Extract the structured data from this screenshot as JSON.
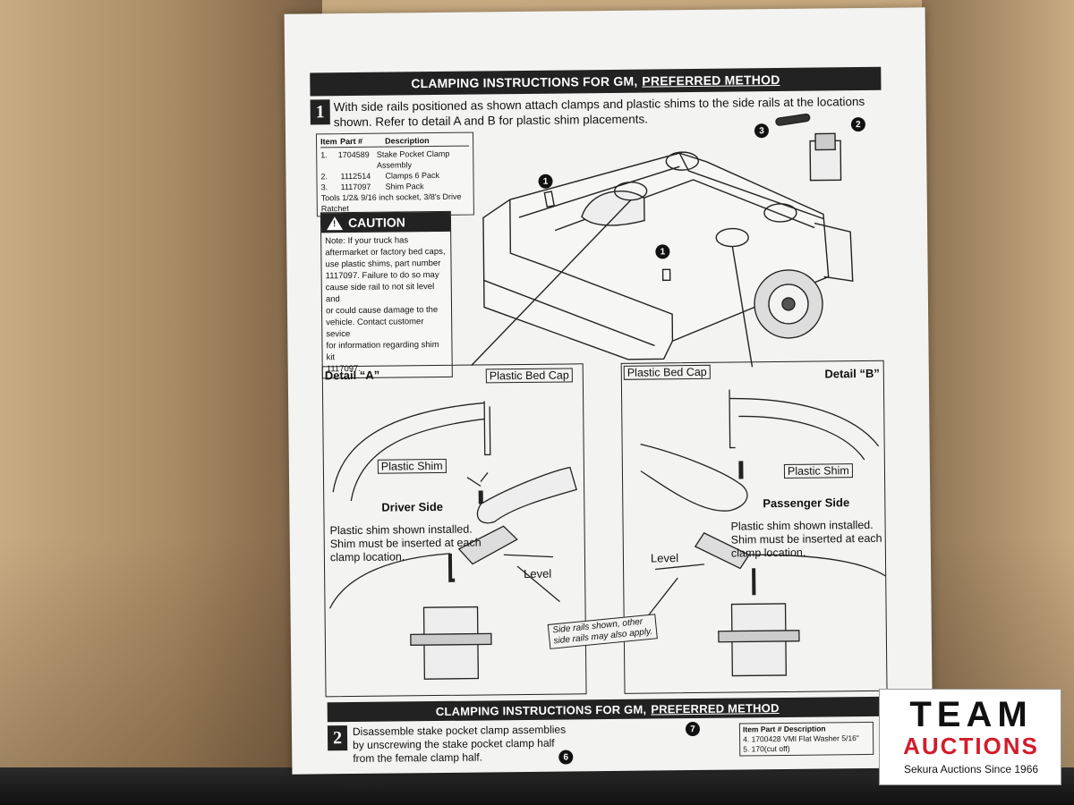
{
  "step1": {
    "banner_title": "CLAMPING INSTRUCTIONS FOR GM,",
    "banner_title_underlined": "PREFERRED METHOD",
    "number": "1",
    "instructions_line1": "With side rails positioned as shown attach clamps and plastic shims to the side rails at the locations",
    "instructions_line2": "shown. Refer to detail A and B for plastic shim placements."
  },
  "parts_table": {
    "headers": {
      "item": "Item",
      "part": "Part #",
      "description": "Description"
    },
    "rows": [
      {
        "item": "1.",
        "part": "1704589",
        "description": "Stake Pocket Clamp Assembly"
      },
      {
        "item": "2.",
        "part": "1112514",
        "description": "Clamps 6 Pack"
      },
      {
        "item": "3.",
        "part": "1117097",
        "description": "Shim Pack"
      }
    ],
    "tools_line1": "Tools 1/2& 9/16 inch socket, 3/8's Drive",
    "tools_line2": "Ratchet"
  },
  "caution": {
    "title": "CAUTION",
    "icon": "warning-triangle-icon",
    "text": [
      "Note: If your truck has",
      "aftermarket or factory bed caps,",
      "use plastic shims, part number",
      "1117097. Failure to do so may",
      "cause side rail to not sit level and",
      "or could cause damage to the",
      "vehicle. Contact customer sevice",
      "for information regarding shim kit",
      "1117097."
    ]
  },
  "callouts": {
    "one": "1",
    "two": "2",
    "three": "3",
    "seven": "7",
    "six": "6"
  },
  "detail_a": {
    "title": "Detail “A”",
    "bed_cap_label": "Plastic Bed Cap",
    "shim_label": "Plastic Shim",
    "side_label": "Driver Side",
    "note_line1": "Plastic shim shown installed.",
    "note_line2": "Shim must be inserted at each",
    "note_line3": "clamp location.",
    "level_label": "Level"
  },
  "detail_b": {
    "title": "Detail “B”",
    "bed_cap_label": "Plastic Bed Cap",
    "shim_label": "Plastic Shim",
    "side_label": "Passenger Side",
    "note_line1": "Plastic shim shown installed.",
    "note_line2": "Shim must be inserted at each",
    "note_line3": "clamp location.",
    "level_label": "Level"
  },
  "side_rails_note": {
    "line1": "Side rails shown, other",
    "line2": "side rails may also apply."
  },
  "step2": {
    "banner_title": "CLAMPING INSTRUCTIONS FOR GM,",
    "banner_title_underlined": "PREFERRED METHOD",
    "number": "2",
    "instructions_line1": "Disassemble stake pocket clamp assemblies",
    "instructions_line2": "by unscrewing the stake pocket clamp half",
    "instructions_line3": "from the female clamp half.",
    "table_header": "Item  Part #   Description",
    "table_row1": "4.    1700428   VMI Flat Washer 5/16\"",
    "table_row2": "5.    170(cut off)"
  },
  "logo": {
    "line1": "TEAM",
    "line2": "AUCTIONS",
    "line3": "Sekura Auctions Since 1966",
    "accent_color": "#d21c2a"
  }
}
